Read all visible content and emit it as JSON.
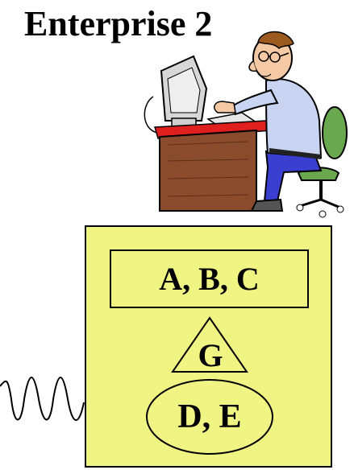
{
  "title": "Enterprise 2",
  "box": {
    "rect_label": "A, B, C",
    "triangle_label": "G",
    "oval_label": "D, E"
  },
  "colors": {
    "box_fill": "#f0f483",
    "desk_top": "#e0201f",
    "desk_wood": "#8a4a2c",
    "shirt": "#c9d4f2",
    "pants": "#3b3fd0",
    "chair": "#6aa84f"
  },
  "icons": [
    "person-at-computer-clipart",
    "wavy-line"
  ]
}
